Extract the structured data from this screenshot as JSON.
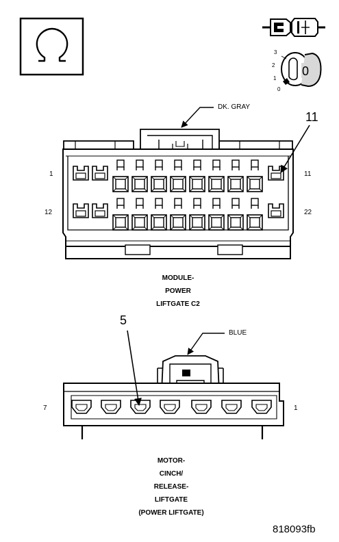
{
  "icons": {
    "test_symbol": "ohm-symbol-icon",
    "probe": "probe-connector-icon",
    "ignition": "ignition-switch-icon",
    "ignition_positions": [
      "3",
      "2",
      "1",
      "0"
    ],
    "ignition_current": "0"
  },
  "connector_c2": {
    "wire_color": "DK. GRAY",
    "callout_cavity": "11",
    "row_labels": {
      "top_left": "1",
      "top_right": "11",
      "bottom_left": "12",
      "bottom_right": "22"
    },
    "caption": [
      "MODULE-",
      "POWER",
      "LIFTGATE C2"
    ]
  },
  "connector_motor": {
    "wire_color": "BLUE",
    "callout_cavity": "5",
    "end_labels": {
      "left": "7",
      "right": "1"
    },
    "caption": [
      "MOTOR-",
      "CINCH/",
      "RELEASE-",
      "LIFTGATE",
      "(POWER LIFTGATE)"
    ]
  },
  "figure_id": "818093fb"
}
